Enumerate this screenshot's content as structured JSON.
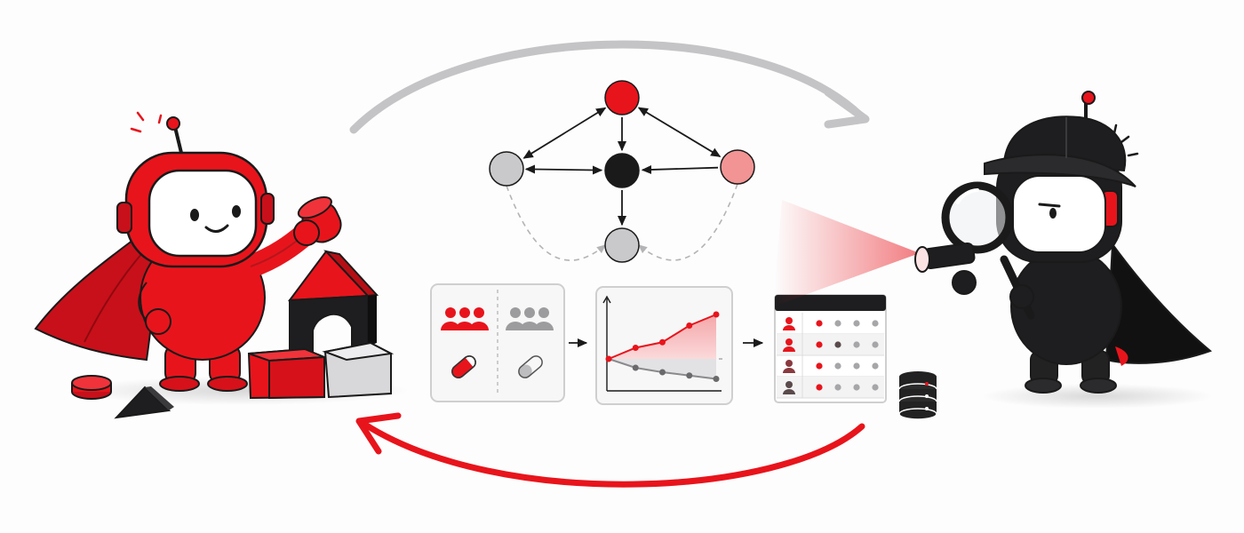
{
  "palette": {
    "accent": "#e8141c",
    "accent_dark": "#b50f15",
    "ink": "#1a1a1a",
    "grey": "#c9c9cb",
    "grey_dark": "#9a9a9c",
    "pink": "#f29494",
    "background": "#fdfdfd"
  },
  "characters": {
    "builder": {
      "role": "builder-robot",
      "color": "red",
      "icon": "toy-blocks-icon"
    },
    "detective": {
      "role": "detective-robot",
      "color": "black",
      "icon": "magnifying-glass-icon"
    }
  },
  "flow": {
    "top_arrow_color": "grey",
    "bottom_arrow_color": "red",
    "direction": "builder-to-detective-and-back"
  },
  "causal_graph": {
    "nodes": [
      {
        "id": "top",
        "color": "red"
      },
      {
        "id": "left",
        "color": "grey"
      },
      {
        "id": "center",
        "color": "black"
      },
      {
        "id": "right",
        "color": "pink"
      },
      {
        "id": "bottom",
        "color": "grey"
      }
    ],
    "edges": [
      {
        "from": "top",
        "to": "left",
        "style": "solid",
        "bidirectional": true
      },
      {
        "from": "top",
        "to": "right",
        "style": "solid",
        "bidirectional": true
      },
      {
        "from": "top",
        "to": "center",
        "style": "solid"
      },
      {
        "from": "left",
        "to": "center",
        "style": "solid",
        "bidirectional": true
      },
      {
        "from": "right",
        "to": "center",
        "style": "solid"
      },
      {
        "from": "center",
        "to": "bottom",
        "style": "solid"
      },
      {
        "from": "left",
        "to": "bottom",
        "style": "dashed"
      },
      {
        "from": "right",
        "to": "bottom",
        "style": "dashed"
      }
    ]
  },
  "pipeline": {
    "panels": [
      {
        "id": "groups",
        "icons": [
          "people-group-icon",
          "pill-icon"
        ]
      },
      {
        "id": "outcome-chart",
        "icons": [
          "line-chart-icon"
        ]
      },
      {
        "id": "results-table",
        "icons": [
          "table-icon"
        ]
      }
    ],
    "chart": {
      "treated": [
        0,
        1,
        1.5,
        3,
        4
      ],
      "control": [
        0,
        -0.8,
        -1.2,
        -1.5,
        -1.8
      ]
    },
    "table_rows": [
      {
        "avatar": "red",
        "dots": [
          "red",
          "grey",
          "grey",
          "grey"
        ]
      },
      {
        "avatar": "red",
        "dots": [
          "red",
          "dark",
          "grey",
          "grey"
        ]
      },
      {
        "avatar": "dark-red",
        "dots": [
          "red",
          "grey",
          "grey",
          "grey"
        ]
      },
      {
        "avatar": "dark",
        "dots": [
          "red",
          "grey",
          "grey",
          "grey"
        ]
      }
    ],
    "database_icon": "database-icon"
  }
}
